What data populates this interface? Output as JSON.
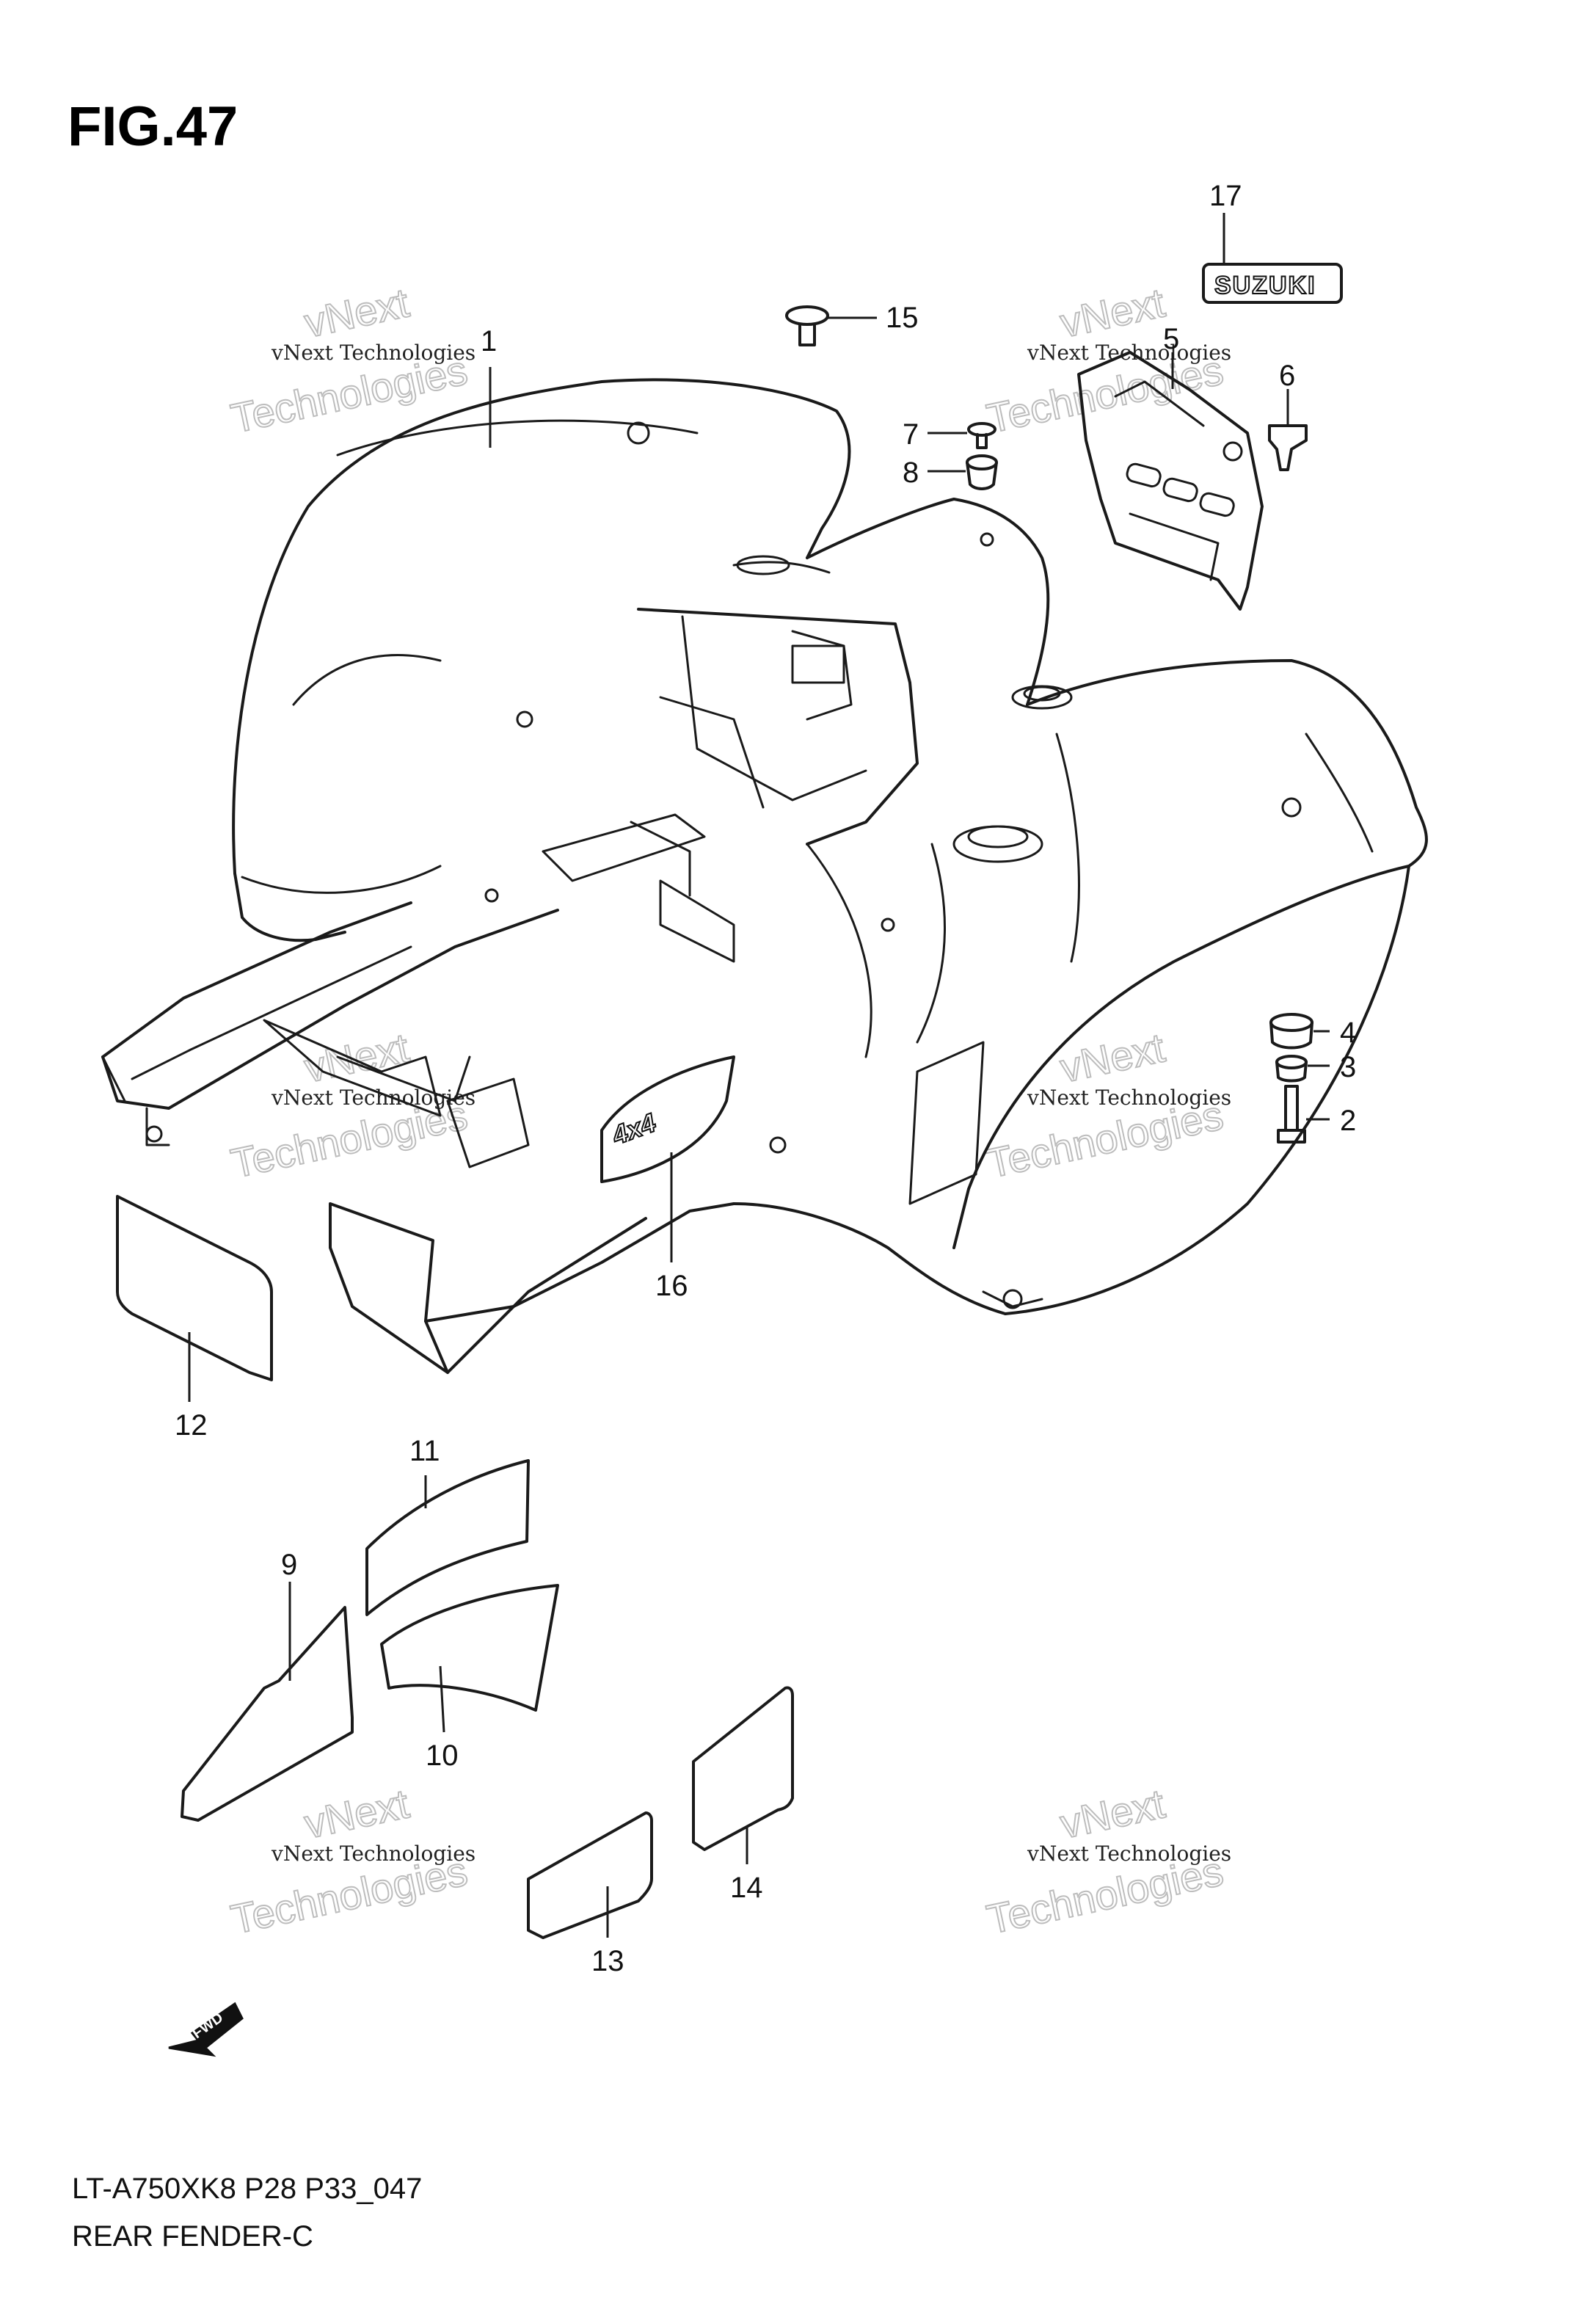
{
  "figure": {
    "title": "FIG.47"
  },
  "footer": {
    "model_code": "LT-A750XK8 P28 P33_047",
    "caption": "REAR FENDER-C"
  },
  "watermark": {
    "line1": "vNext Technologies",
    "line2": "vNext",
    "line3": "Technologies"
  },
  "badge": {
    "text": "SUZUKI"
  },
  "emblem": {
    "text": "4x4"
  },
  "fwd_arrow": {
    "text": "FWD"
  },
  "callouts": {
    "c1": "1",
    "c2": "2",
    "c3": "3",
    "c4": "4",
    "c5": "5",
    "c6": "6",
    "c7": "7",
    "c8": "8",
    "c9": "9",
    "c10": "10",
    "c11": "11",
    "c12": "12",
    "c13": "13",
    "c14": "14",
    "c15": "15",
    "c16": "16",
    "c17": "17"
  }
}
